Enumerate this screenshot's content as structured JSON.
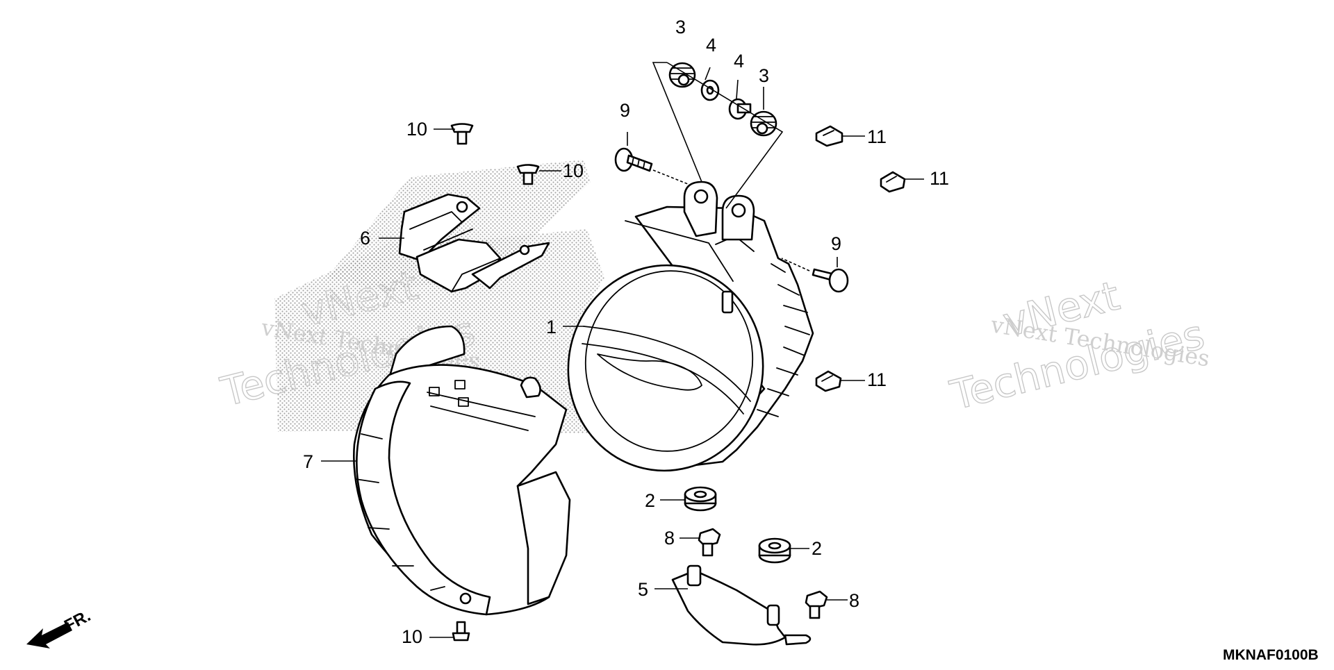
{
  "diagram": {
    "code": "MKNAF0100B",
    "direction": "FR.",
    "direction_icon": "front-direction-arrow-icon",
    "watermark": [
      "vNext",
      "Technologies",
      "vNext Technologies"
    ],
    "callouts": [
      "1",
      "2",
      "3",
      "4",
      "5",
      "6",
      "7",
      "8",
      "9",
      "10",
      "11"
    ]
  }
}
